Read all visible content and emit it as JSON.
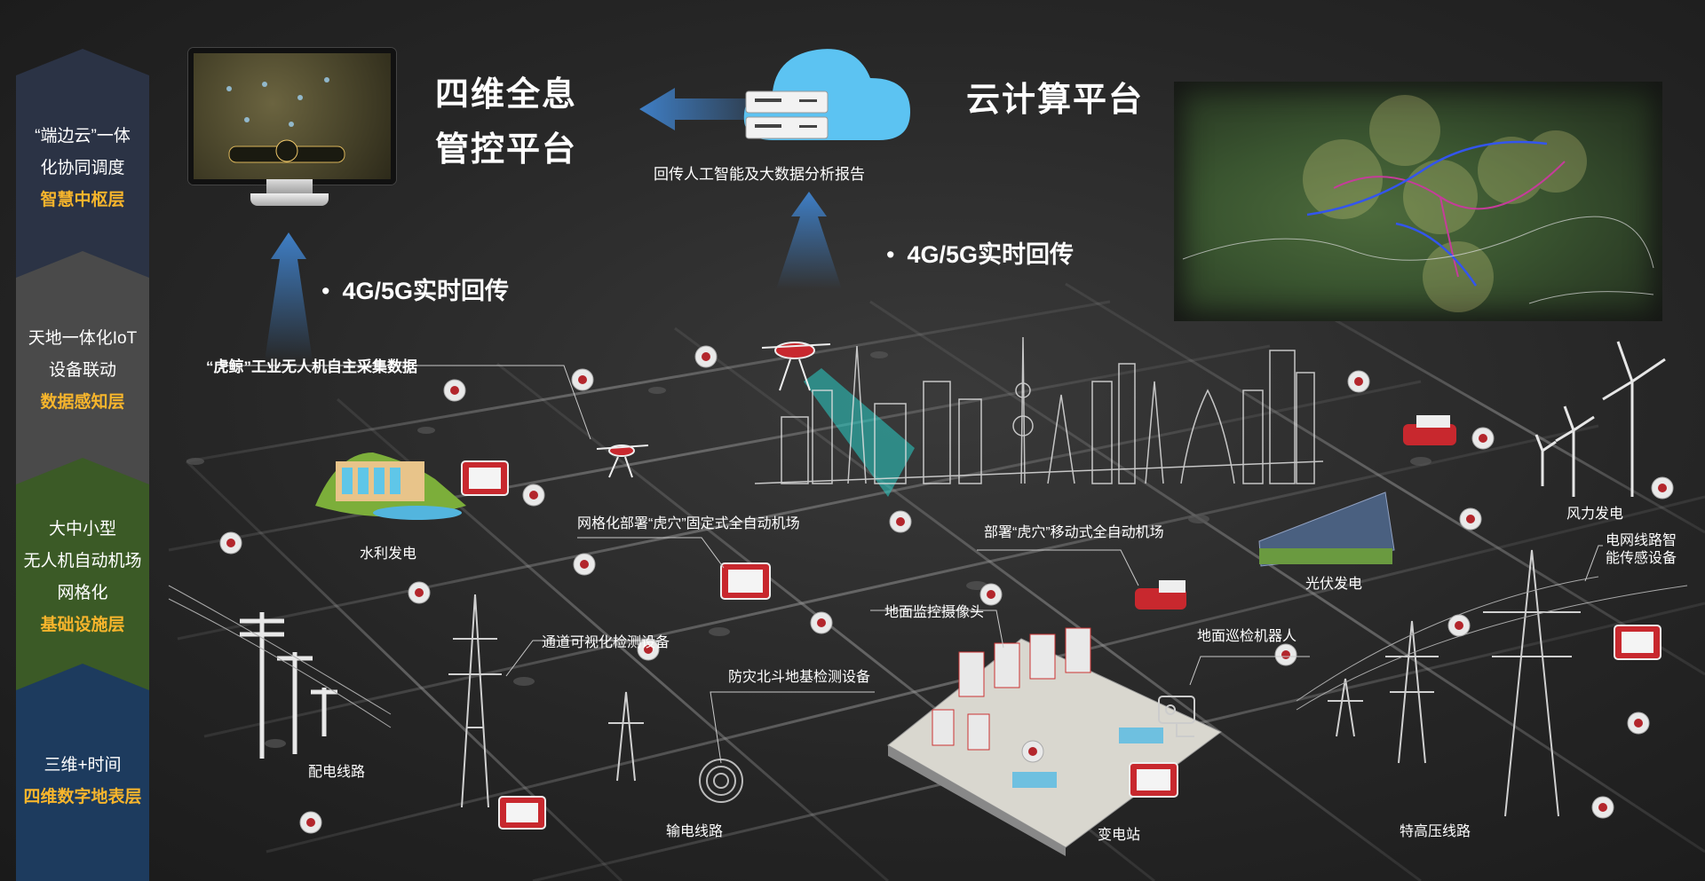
{
  "layers": [
    {
      "lines": [
        "“端边云”一体",
        "化协同调度"
      ],
      "highlight": "智慧中枢层",
      "color": "#2b3345"
    },
    {
      "lines": [
        "天地一体化IoT",
        "设备联动"
      ],
      "highlight": "数据感知层",
      "color": "#4a4a4a"
    },
    {
      "lines": [
        "大中小型",
        "无人机自动机场",
        "网格化"
      ],
      "highlight": "基础设施层",
      "color": "#3b5a26"
    },
    {
      "lines": [
        "三维+时间"
      ],
      "highlight": "四维数字地表层",
      "color": "#1d3b5e"
    }
  ],
  "titles": {
    "control_platform_line1": "四维全息",
    "control_platform_line2": "管控平台",
    "cloud_platform": "云计算平台",
    "cloud_caption": "回传人工智能及大数据分析报告"
  },
  "bullets": {
    "left": "4G/5G实时回传",
    "right": "4G/5G实时回传"
  },
  "labels": {
    "drone_collect": "“虎鲸”工业无人机自主采集数据",
    "hydro": "水利发电",
    "grid_airport": "网格化部署“虎穴”固定式全自动机场",
    "mobile_airport": "部署“虎穴”移动式全自动机场",
    "pv": "光伏发电",
    "wind": "风力发电",
    "grid_sensor_1": "电网线路智",
    "grid_sensor_2": "能传感设备",
    "channel_detect": "通道可视化检测设备",
    "ground_camera": "地面监控摄像头",
    "ground_robot": "地面巡检机器人",
    "beidou": "防灾北斗地基检测设备",
    "distribution": "配电线路",
    "transmission": "输电线路",
    "substation": "变电站",
    "uhv": "特高压线路"
  },
  "colors": {
    "highlight": "#f7b52c",
    "arrow_blue": "#3f7fc6",
    "cloud_blue": "#5cc3f2"
  }
}
